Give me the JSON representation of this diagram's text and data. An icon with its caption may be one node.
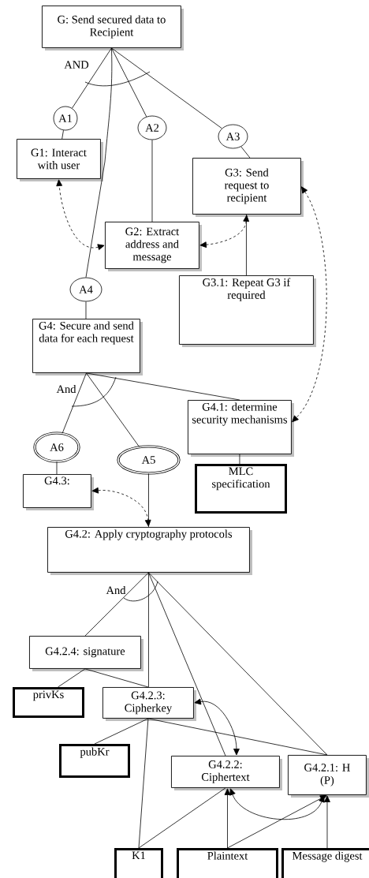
{
  "diagram": {
    "nodes": [
      {
        "text": [
          "G: Send secured data to Recipient"
        ]
      },
      {
        "text": [
          "A1"
        ]
      },
      {
        "text": [
          "G1: Interact with user"
        ]
      },
      {
        "text": [
          "A2"
        ]
      },
      {
        "text": [
          "A3"
        ]
      },
      {
        "text": [
          "G3: Send request to recipient"
        ]
      },
      {
        "text": [
          "G2: Extract address and message"
        ]
      },
      {
        "text": [
          "A4"
        ]
      },
      {
        "text": [
          "G3.1: Repeat G3 if required"
        ]
      },
      {
        "text": [
          "G4: Secure and send data for each request"
        ]
      },
      {
        "text": [
          "G4.1: determine security mechanisms"
        ]
      },
      {
        "text": [
          "A6"
        ]
      },
      {
        "text": [
          "A5"
        ]
      },
      {
        "text": [
          "G4.3:"
        ]
      },
      {
        "text": [
          "MLC specification"
        ]
      },
      {
        "text": [
          "G4.2: Apply cryptography protocols"
        ]
      },
      {
        "text": [
          "G4.2.4: signature"
        ]
      },
      {
        "text": [
          "privKs"
        ]
      },
      {
        "text": [
          "G4.2.3: Cipherkey"
        ]
      },
      {
        "text": [
          "pubKr"
        ]
      },
      {
        "text": [
          "G4.2.2: Ciphertext"
        ]
      },
      {
        "text": [
          "G4.2.1: H (P)"
        ]
      },
      {
        "text": [
          "K1"
        ]
      },
      {
        "text": [
          "Plaintext"
        ]
      },
      {
        "text": [
          "Message digest"
        ]
      }
    ],
    "edges": [
      {
        "from": 0,
        "to": 1,
        "arrow": "none"
      },
      {
        "from": 0,
        "to": 7,
        "arrow": "none"
      },
      {
        "from": 0,
        "to": 3,
        "arrow": "none"
      },
      {
        "from": 0,
        "to": 4,
        "arrow": "none"
      },
      {
        "from": 1,
        "to": 2,
        "arrow": "none"
      },
      {
        "from": 3,
        "to": 6,
        "arrow": "none"
      },
      {
        "from": 4,
        "to": 5,
        "arrow": "none"
      },
      {
        "from": 6,
        "to": 2,
        "arrow": "both",
        "style": "dashed"
      },
      {
        "from": 6,
        "to": 5,
        "arrow": "both",
        "style": "dashed"
      },
      {
        "from": 8,
        "to": 5,
        "arrow": "none"
      },
      {
        "from": 5,
        "to": 10,
        "arrow": "both",
        "style": "dashed"
      },
      {
        "from": 7,
        "to": 9,
        "arrow": "none"
      },
      {
        "from": 9,
        "to": 11,
        "arrow": "none"
      },
      {
        "from": 9,
        "to": 12,
        "arrow": "none"
      },
      {
        "from": 9,
        "to": 10,
        "arrow": "none"
      },
      {
        "from": 11,
        "to": 13,
        "arrow": "none"
      },
      {
        "from": 10,
        "to": 14,
        "arrow": "none"
      },
      {
        "from": 13,
        "to": 15,
        "arrow": "both",
        "style": "dashed"
      },
      {
        "from": 12,
        "to": 15,
        "arrow": "none"
      },
      {
        "from": 15,
        "to": 16,
        "arrow": "none"
      },
      {
        "from": 15,
        "to": 18,
        "arrow": "none"
      },
      {
        "from": 15,
        "to": 20,
        "arrow": "none"
      },
      {
        "from": 15,
        "to": 21,
        "arrow": "none"
      },
      {
        "from": 16,
        "to": 17,
        "arrow": "none"
      },
      {
        "from": 16,
        "to": 18,
        "arrow": "none"
      },
      {
        "from": 18,
        "to": 20,
        "arrow": "both"
      },
      {
        "from": 18,
        "to": 19,
        "arrow": "none"
      },
      {
        "from": 18,
        "to": 22,
        "arrow": "none"
      },
      {
        "from": 18,
        "to": 21,
        "arrow": "none"
      },
      {
        "from": 22,
        "to": 20,
        "arrow": "none"
      },
      {
        "from": 23,
        "to": 20,
        "arrow": "to"
      },
      {
        "from": 23,
        "to": 21,
        "arrow": "to"
      },
      {
        "from": 24,
        "to": 21,
        "arrow": "to"
      },
      {
        "from": 20,
        "to": 21,
        "arrow": "both"
      }
    ],
    "labels": [
      "AND",
      "And",
      "And"
    ]
  }
}
